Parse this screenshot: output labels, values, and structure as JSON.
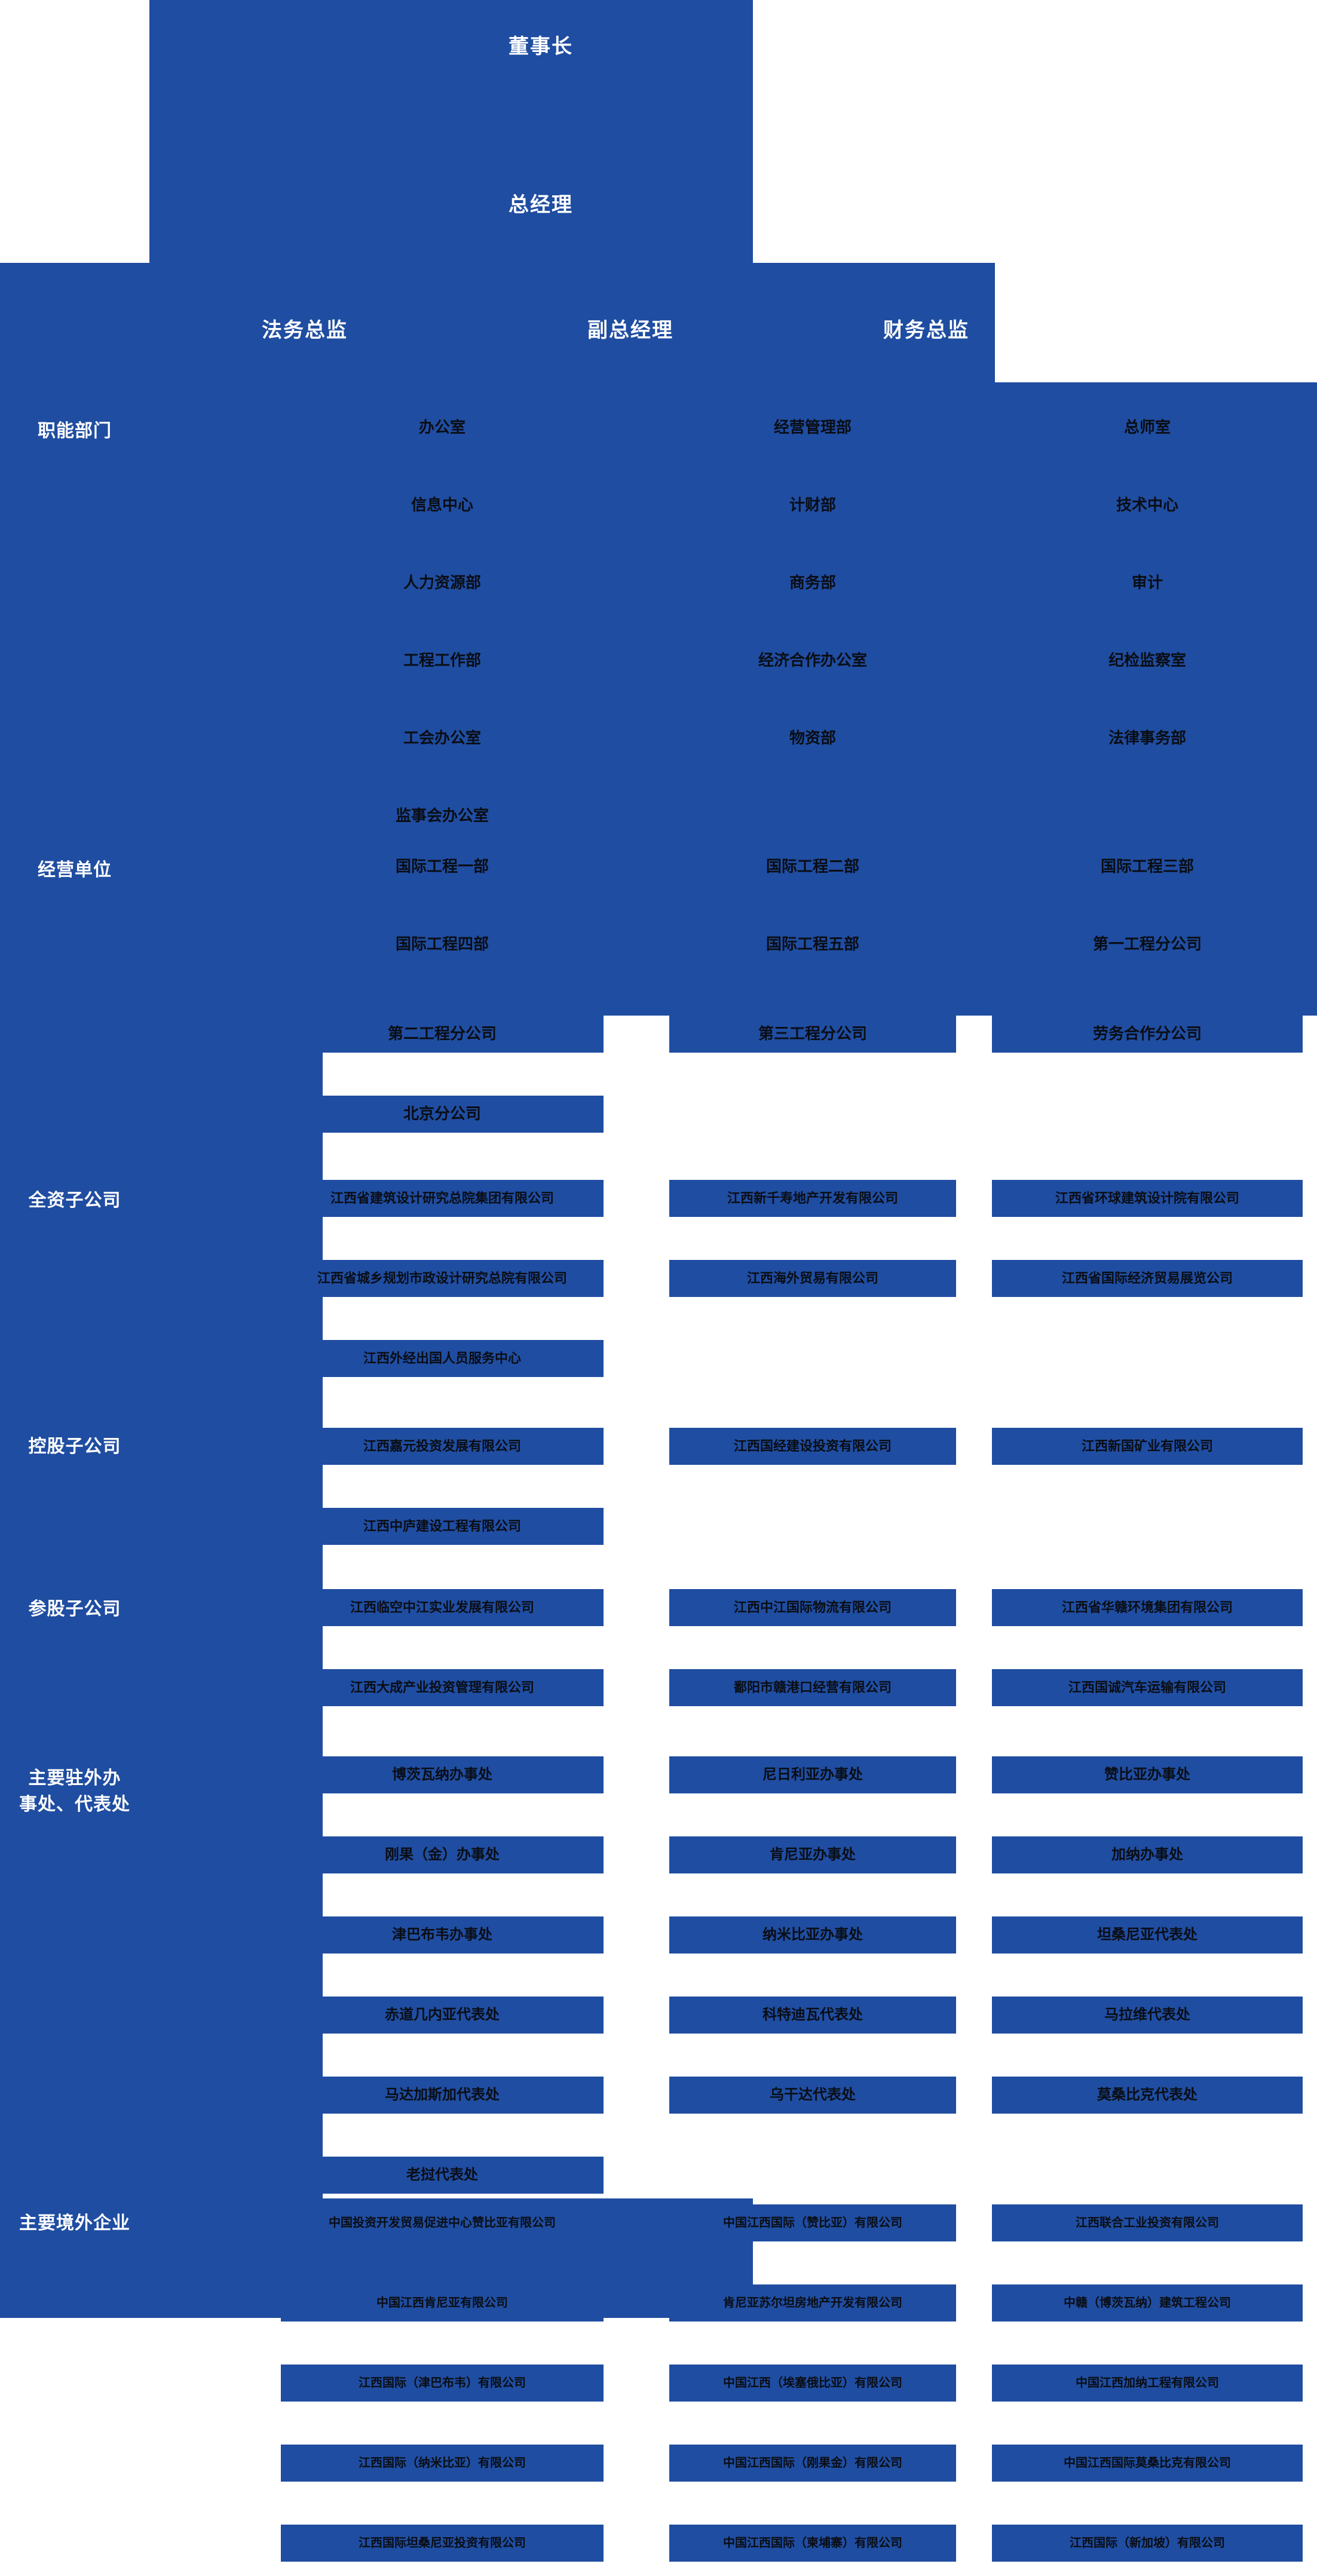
{
  "meta": {
    "accent_blue": "#1f4da1",
    "text_dark": "#0a0d14",
    "text_light": "#ffffff",
    "title": "江西国际经济技术合作有限公司组织架构"
  },
  "leadership": {
    "chairman": "董事长",
    "general_manager": "总经理",
    "officers": [
      "法务总监",
      "副总经理",
      "财务总监"
    ]
  },
  "sections": [
    {
      "id": "functional-departments",
      "label": "职能部门",
      "rows": [
        [
          "办公室",
          "经营管理部",
          "总师室"
        ],
        [
          "信息中心",
          "计财部",
          "技术中心"
        ],
        [
          "人力资源部",
          "商务部",
          "审计"
        ],
        [
          "工程工作部",
          "经济合作办公室",
          "纪检监察室"
        ],
        [
          "工会办公室",
          "物资部",
          "法律事务部"
        ],
        [
          "监事会办公室",
          "",
          ""
        ]
      ]
    },
    {
      "id": "business-units",
      "label": "经营单位",
      "rows": [
        [
          "国际工程一部",
          "国际工程二部",
          "国际工程三部"
        ],
        [
          "国际工程四部",
          "国际工程五部",
          "第一工程分公司"
        ],
        [
          "第二工程分公司",
          "第三工程分公司",
          "劳务合作分公司"
        ],
        [
          "北京分公司",
          "",
          ""
        ]
      ]
    },
    {
      "id": "wholly-owned-subsidiaries",
      "label": "全资子公司",
      "rows": [
        [
          "江西省建筑设计研究总院集团有限公司",
          "江西新千寿地产开发有限公司",
          "江西省环球建筑设计院有限公司"
        ],
        [
          "江西省城乡规划市政设计研究总院有限公司",
          "江西海外贸易有限公司",
          "江西省国际经济贸易展览公司"
        ],
        [
          "江西外经出国人员服务中心",
          "",
          ""
        ]
      ]
    },
    {
      "id": "controlled-subsidiaries",
      "label": "控股子公司",
      "rows": [
        [
          "江西嘉元投资发展有限公司",
          "江西国经建设投资有限公司",
          "江西新国矿业有限公司"
        ],
        [
          "江西中庐建设工程有限公司",
          "",
          ""
        ]
      ]
    },
    {
      "id": "participating-subsidiaries",
      "label": "参股子公司",
      "rows": [
        [
          "江西临空中江实业发展有限公司",
          "江西中江国际物流有限公司",
          "江西省华赣环境集团有限公司"
        ],
        [
          "江西大成产业投资管理有限公司",
          "鄱阳市赣港口经营有限公司",
          "江西国诚汽车运输有限公司"
        ]
      ]
    },
    {
      "id": "overseas-offices",
      "label": "主要驻外办\n事处、代表处",
      "rows": [
        [
          "博茨瓦纳办事处",
          "尼日利亚办事处",
          "赞比亚办事处"
        ],
        [
          "刚果（金）办事处",
          "肯尼亚办事处",
          "加纳办事处"
        ],
        [
          "津巴布韦办事处",
          "纳米比亚办事处",
          "坦桑尼亚代表处"
        ],
        [
          "赤道几内亚代表处",
          "科特迪瓦代表处",
          "马拉维代表处"
        ],
        [
          "马达加斯加代表处",
          "乌干达代表处",
          "莫桑比克代表处"
        ],
        [
          "老挝代表处",
          "",
          ""
        ]
      ]
    },
    {
      "id": "overseas-enterprises",
      "label": "主要境外企业",
      "rows": [
        [
          "中国投资开发贸易促进中心赞比亚有限公司",
          "中国江西国际（赞比亚）有限公司",
          "江西联合工业投资有限公司"
        ],
        [
          "中国江西肯尼亚有限公司",
          "肯尼亚苏尔坦房地产开发有限公司",
          "中赣（博茨瓦纳）建筑工程公司"
        ],
        [
          "江西国际（津巴布韦）有限公司",
          "中国江西（埃塞俄比亚）有限公司",
          "中国江西加纳工程有限公司"
        ],
        [
          "江西国际（纳米比亚）有限公司",
          "中国江西国际（刚果金）有限公司",
          "中国江西国际莫桑比克有限公司"
        ],
        [
          "江西国际坦桑尼亚投资有限公司",
          "中国江西国际（柬埔寨）有限公司",
          "江西国际（新加坡）有限公司"
        ]
      ]
    }
  ]
}
